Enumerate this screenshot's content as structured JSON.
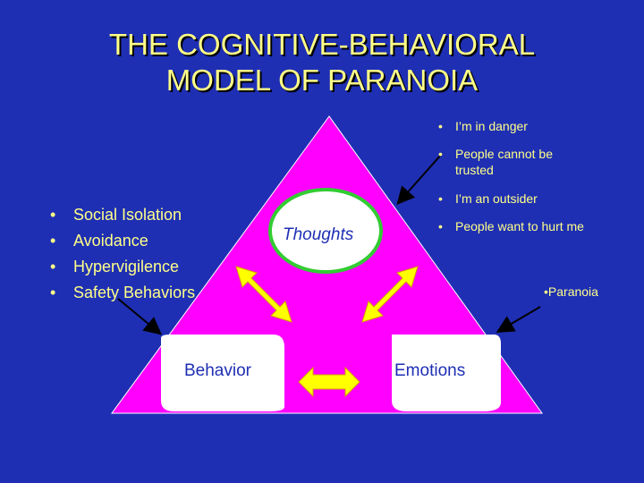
{
  "title": {
    "line1": "THE COGNITIVE-BEHAVIORAL",
    "line2": "MODEL OF PARANOIA"
  },
  "nodes": {
    "thoughts": "Thoughts",
    "behavior": "Behavior",
    "emotions": "Emotions"
  },
  "left_bullets": [
    {
      "bullet": "•",
      "text": "Social Isolation"
    },
    {
      "bullet": "•",
      "text": "Avoidance"
    },
    {
      "bullet": "•",
      "text": "Hypervigilence"
    },
    {
      "bullet": "•",
      "text": "Safety Behaviors"
    }
  ],
  "right_bullets": [
    {
      "bullet": "•",
      "text": "I’m in danger"
    },
    {
      "bullet": "•",
      "text": "People cannot be trusted"
    },
    {
      "bullet": "•",
      "text": " I’m an outsider"
    },
    {
      "bullet": "•",
      "text": " People want to hurt me"
    }
  ],
  "paranoia_label": "•Paranoia",
  "colors": {
    "background": "#1e2fb4",
    "triangle": "#ff00ff",
    "text": "#ffff88",
    "arrows": "#ffff00",
    "thoughts_border": "#33cc33"
  }
}
